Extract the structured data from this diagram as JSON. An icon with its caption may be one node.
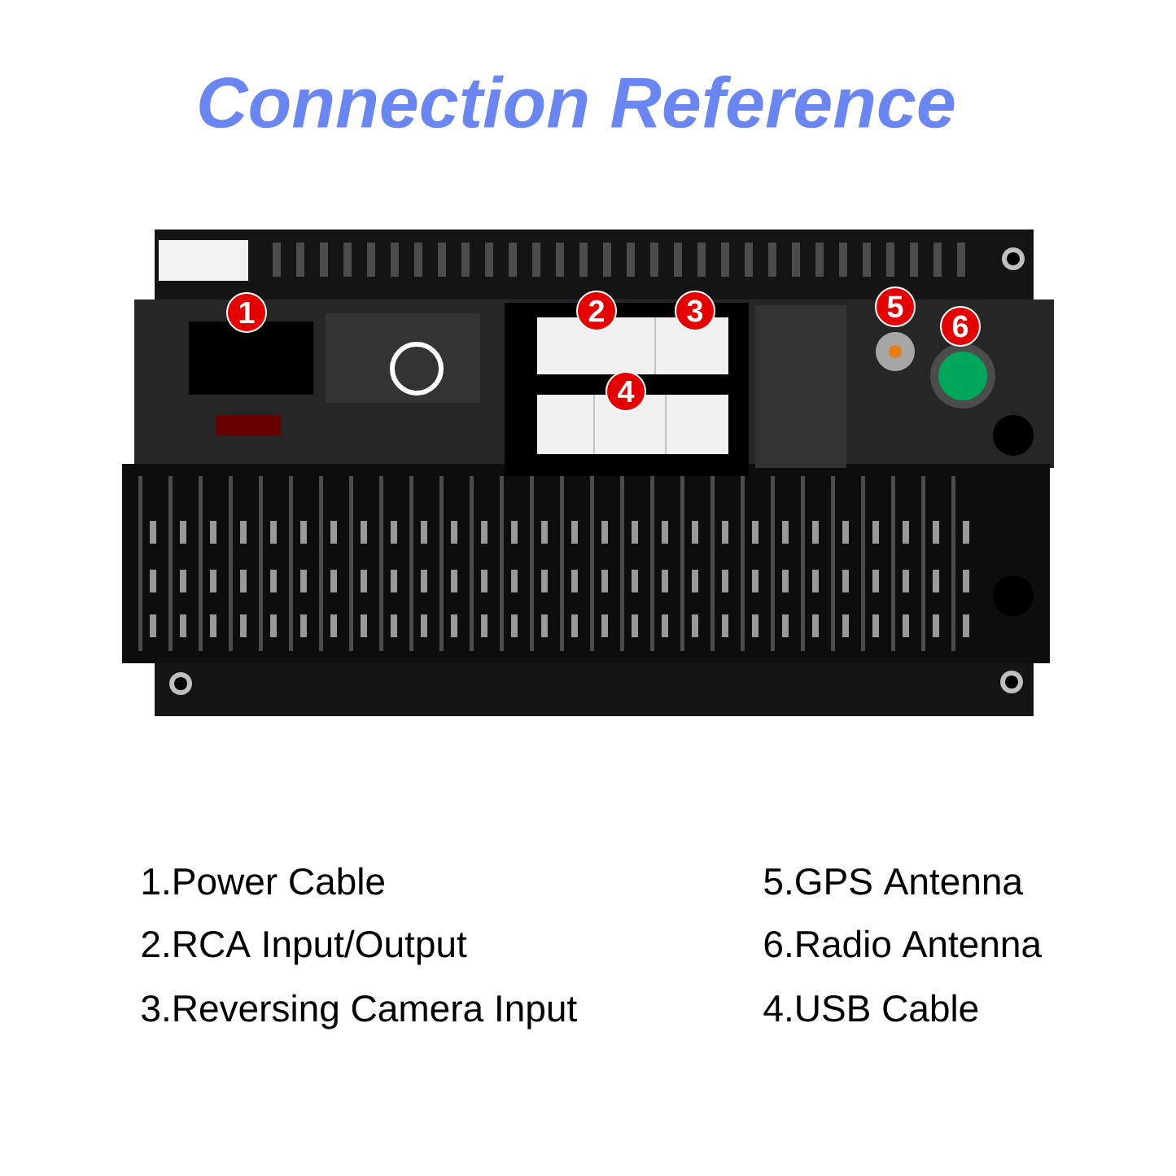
{
  "diagram": {
    "title": "Connection Reference",
    "labels": [
      "1",
      "2",
      "3",
      "4",
      "5",
      "6",
      "1.Power Cable",
      "2.RCA Input/Output",
      "3.Reversing Camera Input",
      "5.GPS Antenna",
      "6.Radio Antenna",
      "4.USB Cable"
    ]
  }
}
